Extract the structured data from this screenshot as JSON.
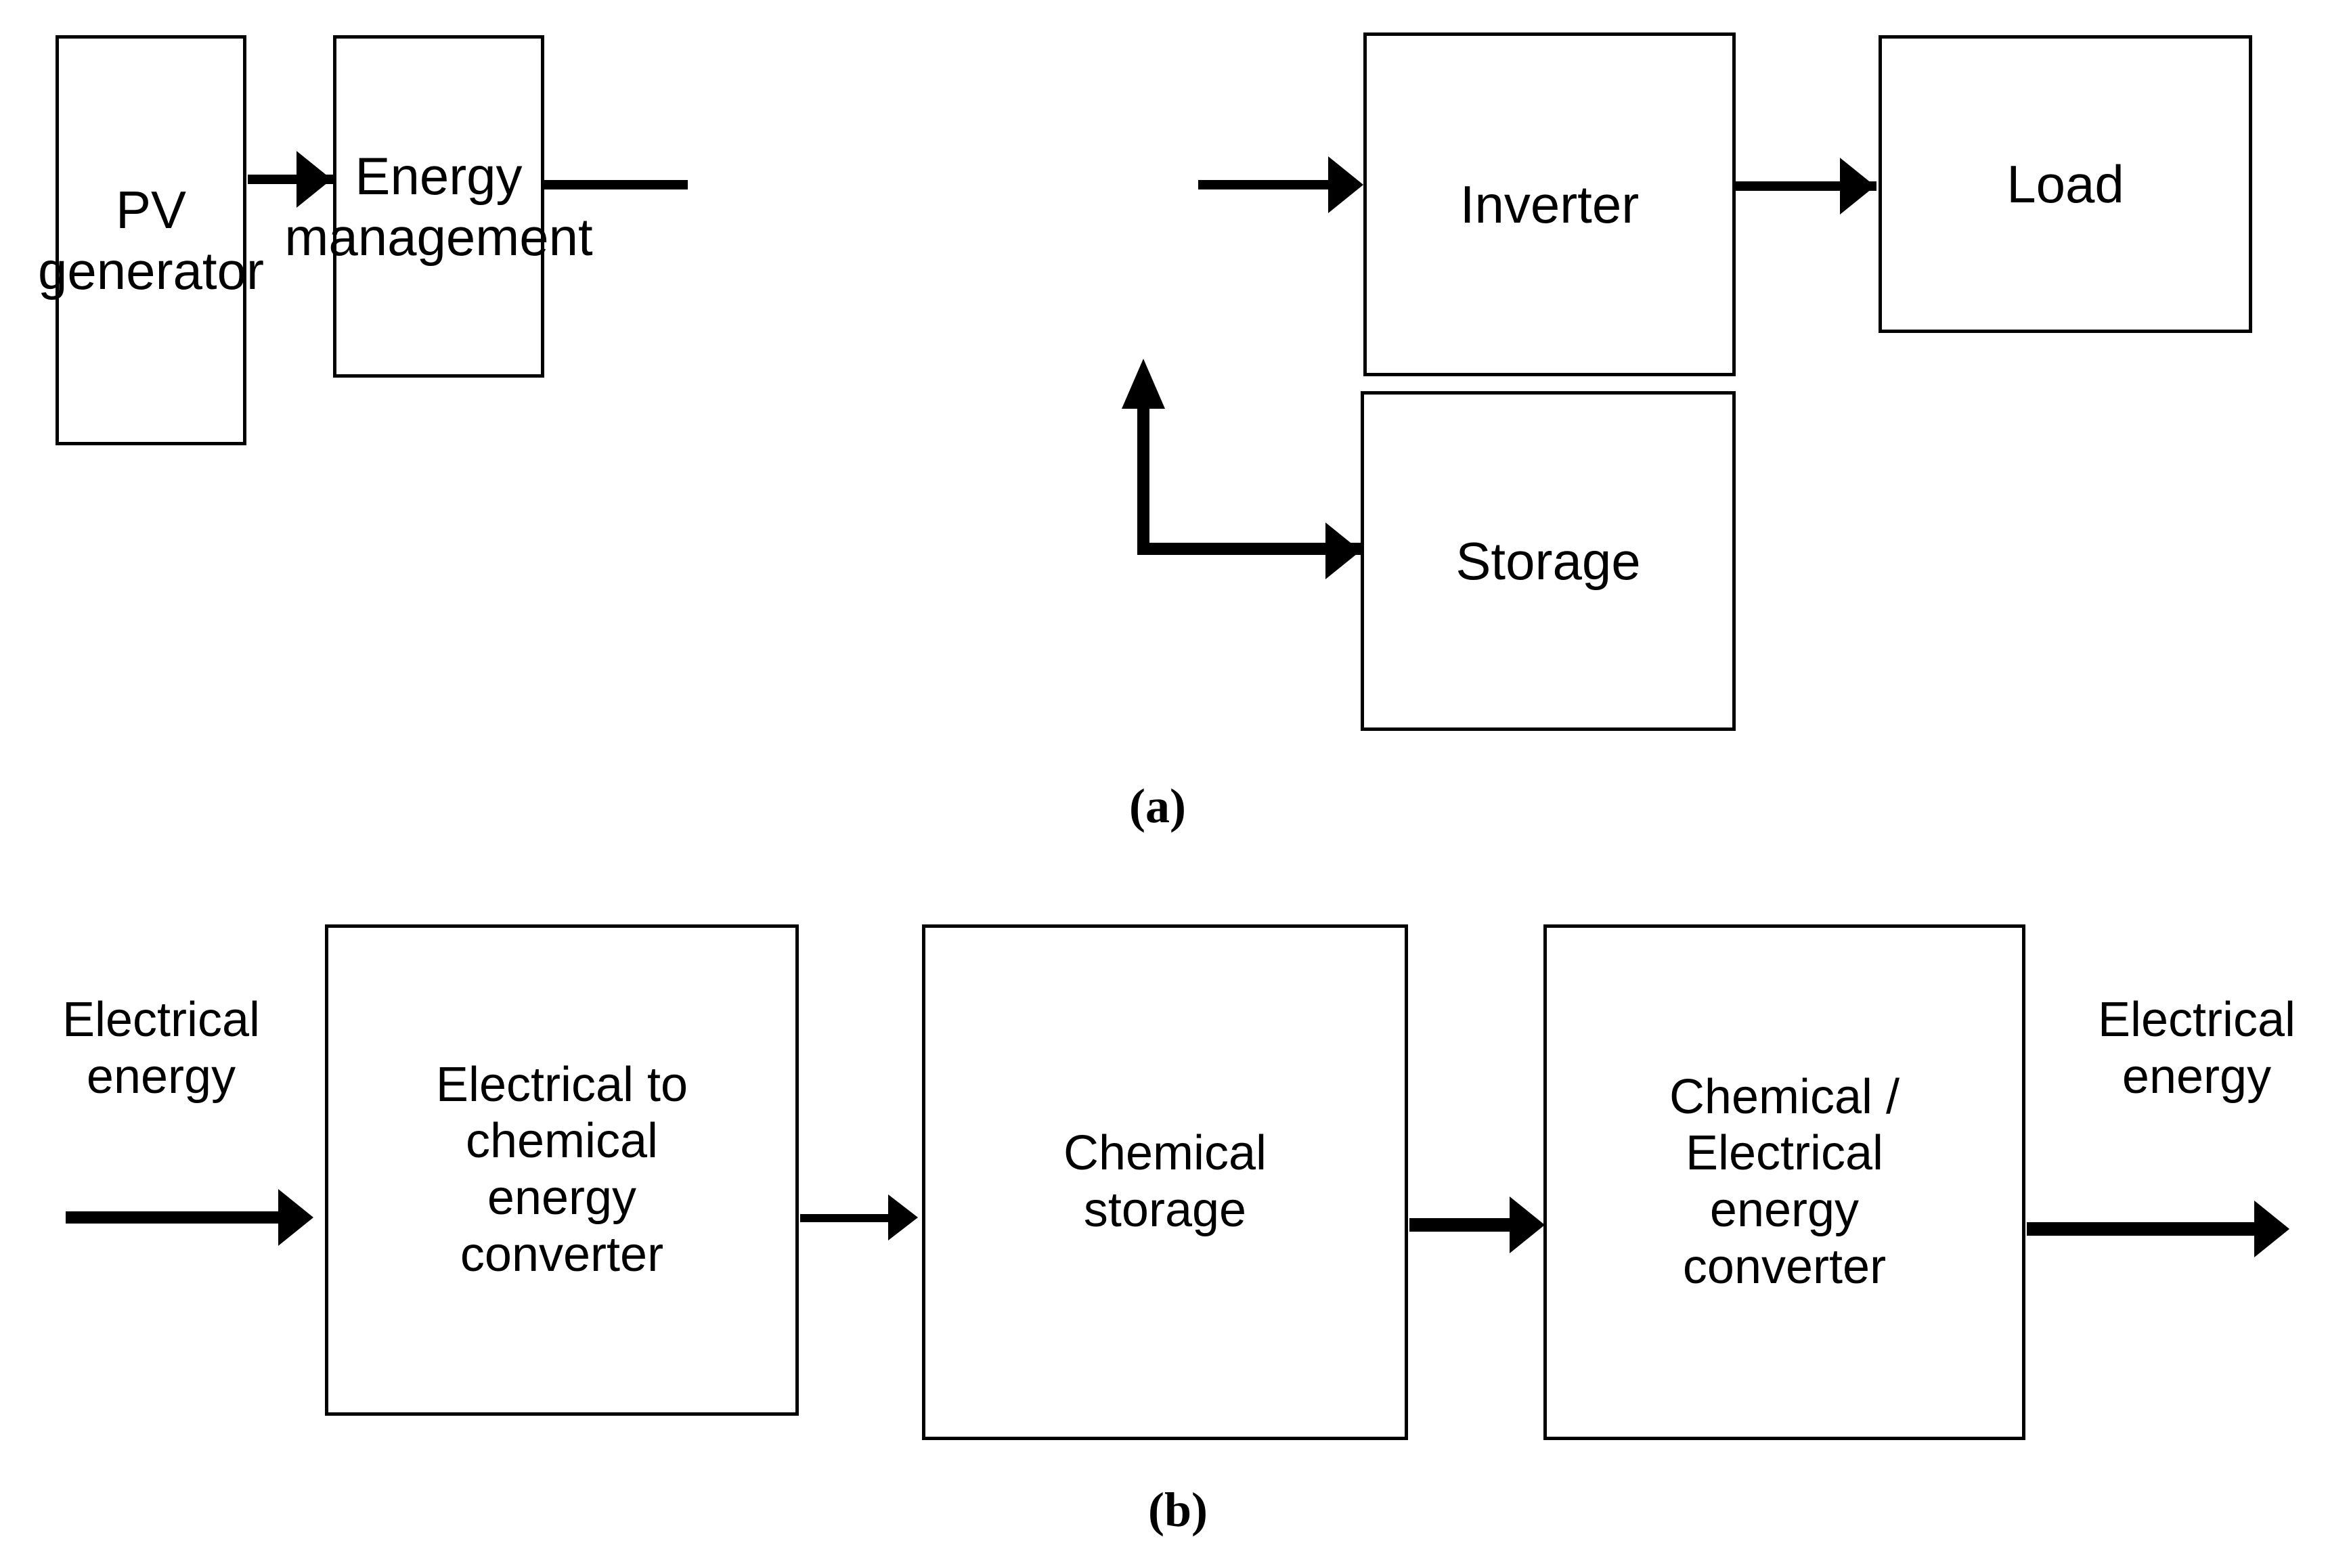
{
  "figure": {
    "panels": [
      {
        "caption": "(a)",
        "title": "Photovoltaic system with energy management and storage",
        "blocks": [
          {
            "id": "pv",
            "label": "PV\ngenerator"
          },
          {
            "id": "em",
            "label": "Energy\nmanagement"
          },
          {
            "id": "inverter",
            "label": "Inverter"
          },
          {
            "id": "load",
            "label": "Load"
          },
          {
            "id": "storage",
            "label": "Storage"
          }
        ],
        "connections": [
          {
            "from": "pv",
            "to": "em",
            "direction": "right"
          },
          {
            "from": "em",
            "to": "inverter",
            "direction": "right"
          },
          {
            "from": "inverter",
            "to": "load",
            "direction": "right"
          },
          {
            "from": "em",
            "to": "storage",
            "direction": "bidirectional-elbow"
          }
        ]
      },
      {
        "caption": "(b)",
        "title": "Chemical energy storage conversion chain",
        "input_label": "Electrical\nenergy",
        "output_label": "Electrical\nenergy",
        "blocks": [
          {
            "id": "e2c",
            "label": "Electrical to\nchemical\nenergy\nconverter"
          },
          {
            "id": "chem",
            "label": "Chemical\nstorage"
          },
          {
            "id": "c2e",
            "label": "Chemical /\nElectrical\nenergy\nconverter"
          }
        ],
        "connections": [
          {
            "from": "input",
            "to": "e2c",
            "direction": "right"
          },
          {
            "from": "e2c",
            "to": "chem",
            "direction": "right"
          },
          {
            "from": "chem",
            "to": "c2e",
            "direction": "right"
          },
          {
            "from": "c2e",
            "to": "output",
            "direction": "right"
          }
        ]
      }
    ]
  },
  "colors": {
    "stroke": "#000000",
    "background": "#ffffff",
    "text": "#000000"
  }
}
